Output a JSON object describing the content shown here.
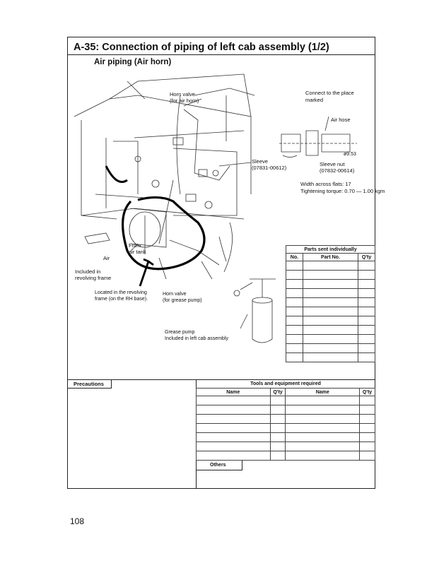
{
  "header": {
    "title": "A-35: Connection of piping of left cab assembly (1/2)",
    "subtitle": "Air piping (Air horn)"
  },
  "diagram": {
    "horn_valve_top": "Horn valve",
    "horn_valve_top_sub": "(for air horn)",
    "connect_note_1": "Connect to the place",
    "connect_note_2": "marked",
    "air_hose": "Air hose",
    "diameter": "ø9.53",
    "sleeve": "Sleeve",
    "sleeve_part": "(07831-00612)",
    "sleeve_nut": "Sleeve nut",
    "sleeve_nut_part": "(07832-00614)",
    "width_flats": "Width across flats: 17",
    "torque": "Tightening torque: 0.70 — 1.00 kgm",
    "from": "From",
    "air_tank": "air tank",
    "air": "Air",
    "included_in": "Included in",
    "revolving_frame": "revolving frame",
    "located_1": "Located in the revolving",
    "located_2": "frame (on the RH base).",
    "horn_valve_bottom": "Horn valve",
    "horn_valve_bottom_sub": "(for grease pump)",
    "grease_pump": "Grease pump",
    "grease_included": "Included in left cab assembly"
  },
  "parts_table": {
    "title": "Parts sent individually",
    "col_no": "No.",
    "col_part": "Part No.",
    "col_qty": "Q'ty",
    "rows": 11
  },
  "precautions": {
    "label": "Precautions"
  },
  "tools": {
    "title": "Tools and equipment required",
    "col_name": "Name",
    "col_qty": "Q'ty",
    "col_name2": "Name",
    "col_qty2": "Q'ty",
    "rows": 7,
    "others": "Others"
  },
  "page": {
    "number": "108"
  }
}
